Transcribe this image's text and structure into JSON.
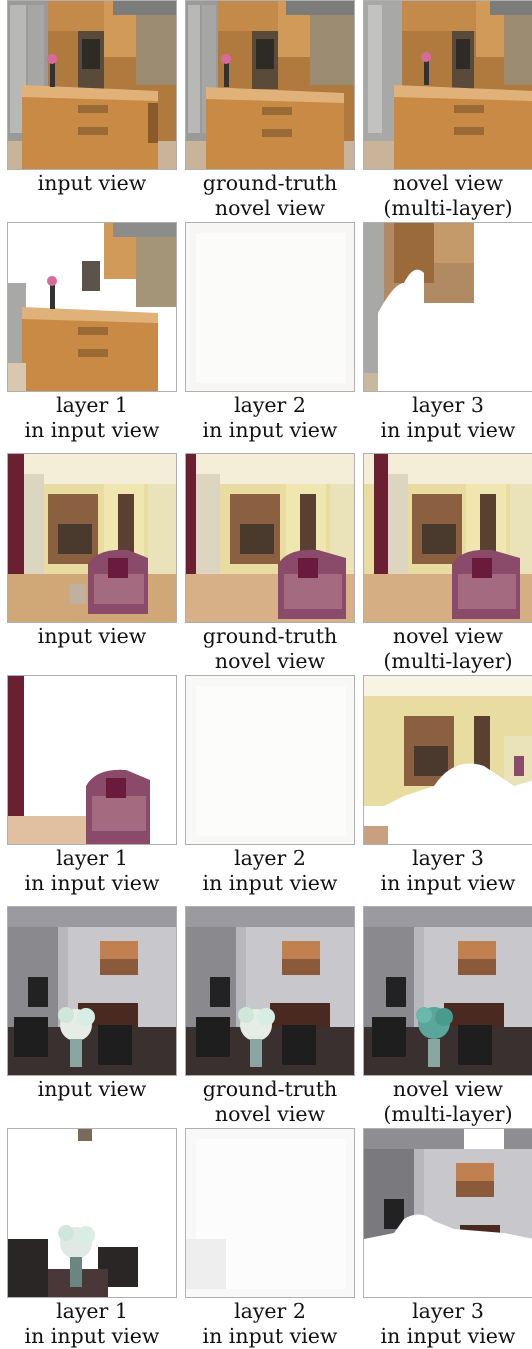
{
  "scenes": [
    {
      "top": [
        {
          "kind": "input",
          "caption": [
            "input view"
          ]
        },
        {
          "kind": "gt",
          "caption": [
            "ground-truth",
            "novel view"
          ]
        },
        {
          "kind": "novel",
          "caption": [
            "novel view",
            "(multi-layer)"
          ]
        }
      ],
      "bottom": [
        {
          "kind": "layer1",
          "caption": [
            "layer 1",
            "in input view"
          ]
        },
        {
          "kind": "layer2",
          "caption": [
            "layer 2",
            "in input view"
          ]
        },
        {
          "kind": "layer3",
          "caption": [
            "layer 3",
            "in input view"
          ]
        }
      ]
    },
    {
      "top": [
        {
          "kind": "input",
          "caption": [
            "input view"
          ]
        },
        {
          "kind": "gt",
          "caption": [
            "ground-truth",
            "novel view"
          ]
        },
        {
          "kind": "novel",
          "caption": [
            "novel view",
            "(multi-layer)"
          ]
        }
      ],
      "bottom": [
        {
          "kind": "layer1",
          "caption": [
            "layer 1",
            "in input view"
          ]
        },
        {
          "kind": "layer2",
          "caption": [
            "layer 2",
            "in input view"
          ]
        },
        {
          "kind": "layer3",
          "caption": [
            "layer 3",
            "in input view"
          ]
        }
      ]
    },
    {
      "top": [
        {
          "kind": "input",
          "caption": [
            "input view"
          ]
        },
        {
          "kind": "gt",
          "caption": [
            "ground-truth",
            "novel view"
          ]
        },
        {
          "kind": "novel",
          "caption": [
            "novel view",
            "(multi-layer)"
          ]
        }
      ],
      "bottom": [
        {
          "kind": "layer1",
          "caption": [
            "layer 1",
            "in input view"
          ]
        },
        {
          "kind": "layer2",
          "caption": [
            "layer 2",
            "in input view"
          ]
        },
        {
          "kind": "layer3",
          "caption": [
            "layer 3",
            "in input view"
          ]
        }
      ]
    }
  ]
}
